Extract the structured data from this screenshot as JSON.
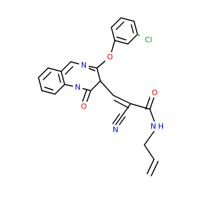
{
  "atoms": {
    "chlorine": {
      "text": "Cl",
      "color": "#00a000"
    },
    "ether_oxygen": {
      "text": "O",
      "color": "#ff0000"
    },
    "carbonyl_oxygen_ring": {
      "text": "O",
      "color": "#ff0000"
    },
    "carbonyl_oxygen_amide": {
      "text": "O",
      "color": "#ff0000"
    },
    "pyrimidine_nitrogen": {
      "text": "N",
      "color": "#0000ff"
    },
    "bridgehead_nitrogen": {
      "text": "N",
      "color": "#0000ff"
    },
    "nitrile_nitrogen": {
      "text": "N",
      "color": "#0000ff"
    },
    "amide_nitrogen": {
      "text": "N",
      "color": "#0000ff"
    },
    "amide_hydrogen": {
      "text": "H",
      "color": "#0000ff"
    }
  }
}
